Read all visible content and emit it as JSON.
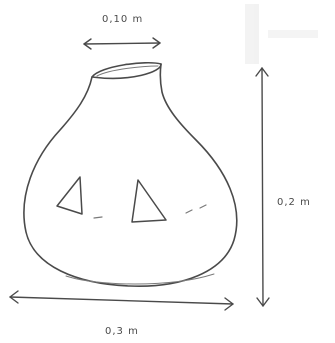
{
  "labels": {
    "top_width": "0,10 m",
    "height": "0,2 m",
    "bottom_width": "0,3 m"
  },
  "colors": {
    "ink": "#4a4a4a",
    "paper": "#ffffff"
  }
}
